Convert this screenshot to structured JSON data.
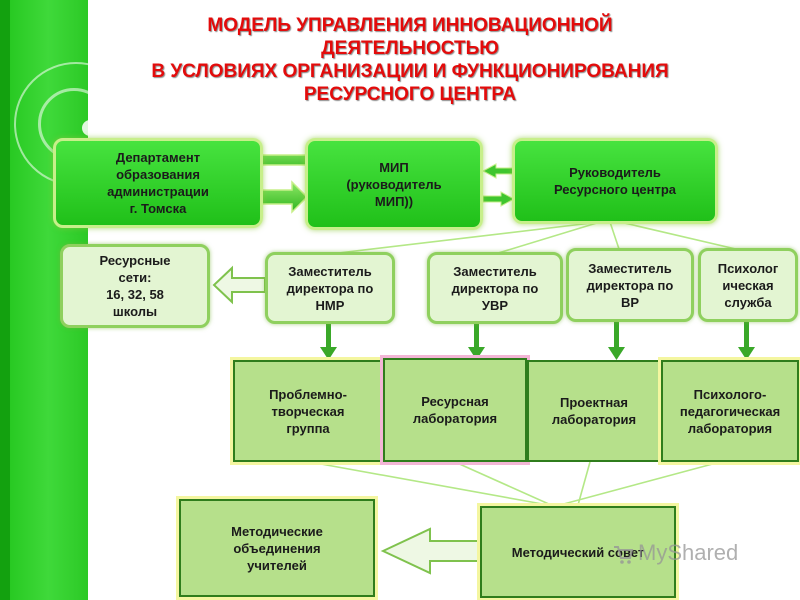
{
  "title": {
    "line1": "МОДЕЛЬ УПРАВЛЕНИЯ ИННОВАЦИОННОЙ",
    "line2": "ДЕЯТЕЛЬНОСТЬЮ",
    "line3": "В УСЛОВИЯХ ОРГАНИЗАЦИИ И ФУНКЦИОНИРОВАНИЯ",
    "line4": "РЕСУРСНОГО ЦЕНТРА"
  },
  "nodes": {
    "department": [
      "Департамент",
      "образования",
      "администрации",
      "г. Томска"
    ],
    "mip": [
      "МИП",
      "(руководитель",
      "МИП))"
    ],
    "head": [
      "Руководитель",
      "Ресурсного центра"
    ],
    "networks": [
      "Ресурсные",
      "сети:",
      "16, 32, 58",
      "школы"
    ],
    "deputy_nmr": [
      "Заместитель",
      "директора по",
      "НМР"
    ],
    "deputy_uvr": [
      "Заместитель",
      "директора по",
      "УВР"
    ],
    "deputy_vr": [
      "Заместитель",
      "директора по",
      "ВР"
    ],
    "psych_service": [
      "Психолог",
      "ическая",
      "служба"
    ],
    "problem_group": [
      "Проблемно-",
      "творческая",
      "группа"
    ],
    "resource_lab": [
      "Ресурсная",
      "лаборатория"
    ],
    "project_lab": [
      "Проектная",
      "лаборатория"
    ],
    "psych_ped_lab": [
      "Психолого-",
      "педагогическая",
      "лаборатория"
    ],
    "method_assoc": [
      "Методические",
      "объединения",
      "учителей"
    ],
    "method_council": [
      "Методический совет"
    ]
  },
  "watermark": "MyShared",
  "colors": {
    "title": "#e30b0b",
    "stripe": "#2cc926",
    "bright_box": "#2ec726",
    "pale_box": "#e3f5d2",
    "lab_box": "#b6e08b"
  }
}
